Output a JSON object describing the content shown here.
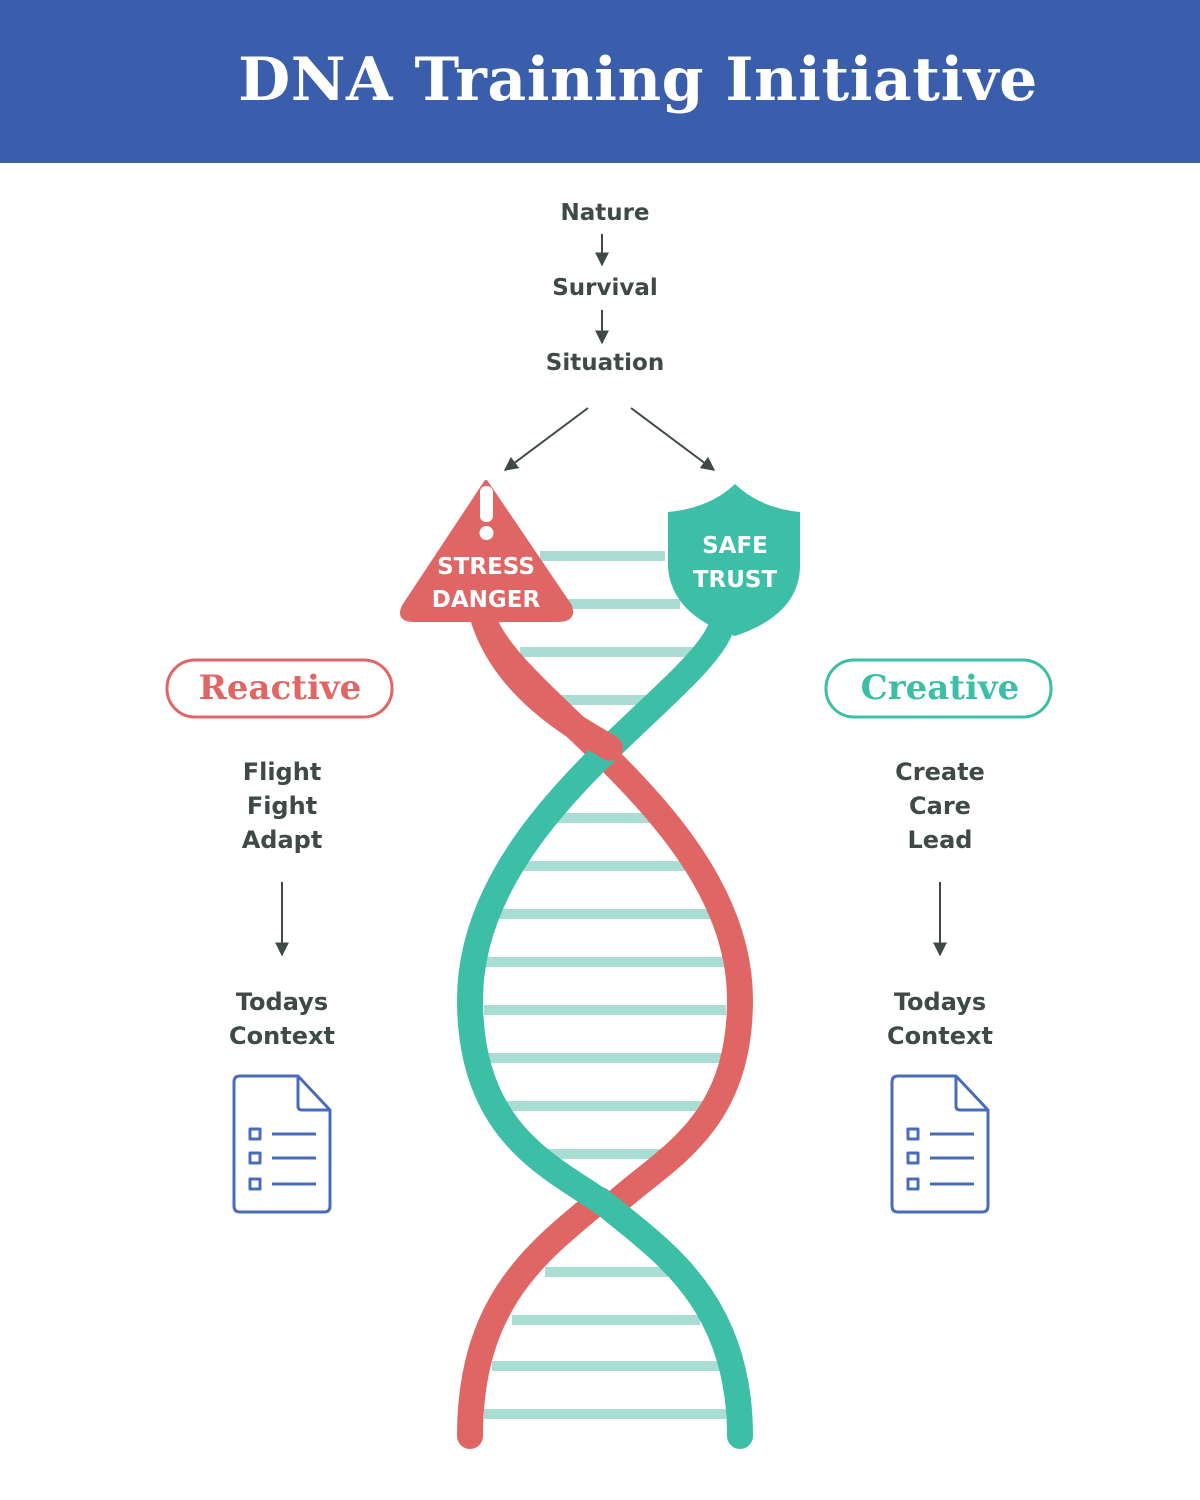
{
  "header": {
    "title": "DNA Training Initiative"
  },
  "flow": {
    "steps": [
      "Nature",
      "Survival",
      "Situation"
    ]
  },
  "stress_badge": {
    "line1": "STRESS",
    "line2": "DANGER"
  },
  "safe_badge": {
    "line1": "SAFE",
    "line2": "TRUST"
  },
  "reactive": {
    "label": "Reactive",
    "items": [
      "Flight",
      "Fight",
      "Adapt"
    ],
    "context_line1": "Todays",
    "context_line2": "Context",
    "icon": "document-checklist-icon"
  },
  "creative": {
    "label": "Creative",
    "items": [
      "Create",
      "Care",
      "Lead"
    ],
    "context_line1": "Todays",
    "context_line2": "Context",
    "icon": "document-checklist-icon"
  },
  "colors": {
    "header": "#3a5dac",
    "reactive": "#e06666",
    "creative": "#3dbfa7",
    "rungs": "#a9ddd3",
    "text": "#3f4a47",
    "icon": "#4a6cb8"
  }
}
